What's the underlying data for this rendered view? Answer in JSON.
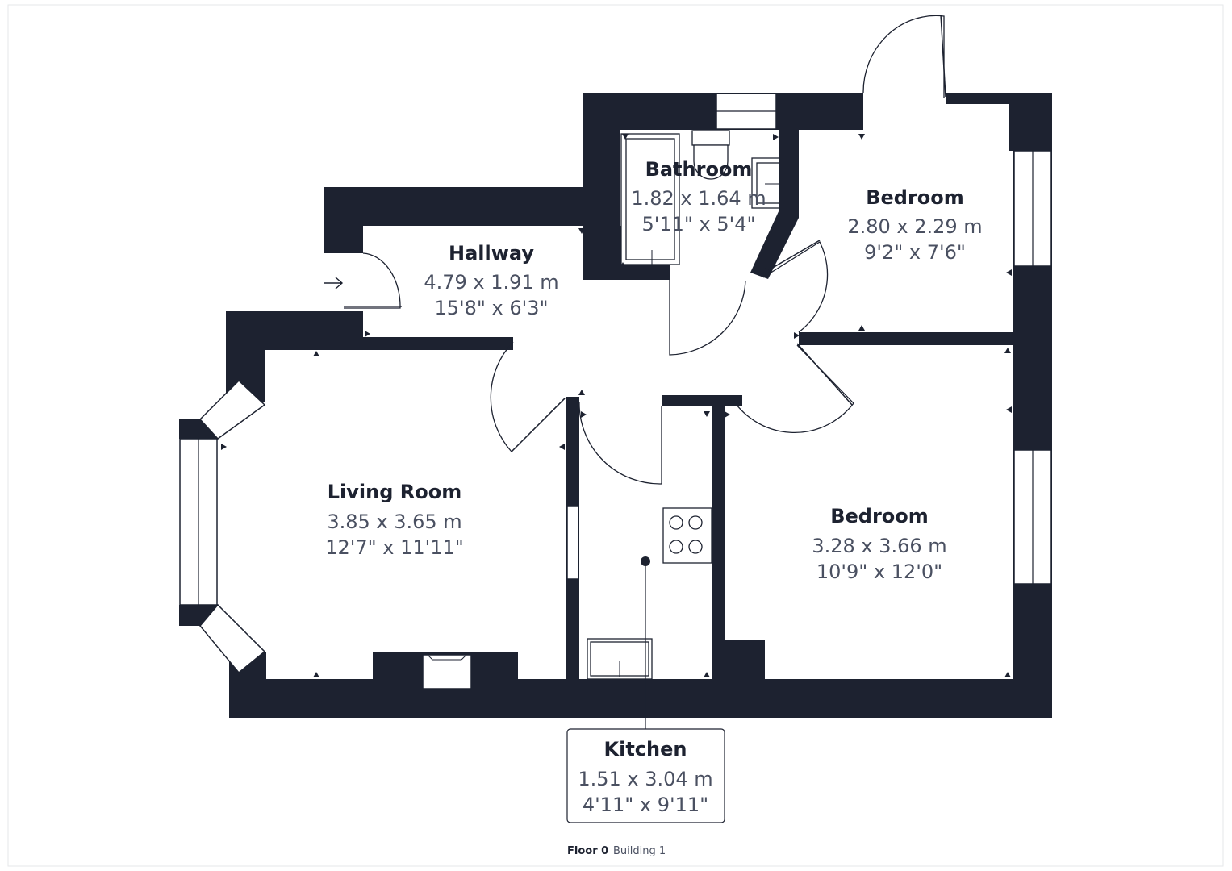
{
  "rooms": {
    "hallway": {
      "name": "Hallway",
      "metric": "4.79 x 1.91 m",
      "imperial": "15'8\" x 6'3\""
    },
    "bathroom": {
      "name": "Bathroom",
      "metric": "1.82 x 1.64 m",
      "imperial": "5'11\" x 5'4\""
    },
    "bedroom1": {
      "name": "Bedroom",
      "metric": "2.80 x 2.29 m",
      "imperial": "9'2\" x 7'6\""
    },
    "living_room": {
      "name": "Living Room",
      "metric": "3.85 x 3.65 m",
      "imperial": "12'7\" x 11'11\""
    },
    "bedroom2": {
      "name": "Bedroom",
      "metric": "3.28 x 3.66 m",
      "imperial": "10'9\" x 12'0\""
    },
    "kitchen": {
      "name": "Kitchen",
      "metric": "1.51 x 3.04 m",
      "imperial": "4'11\" x 9'11\""
    }
  },
  "footer": {
    "floor": "Floor 0",
    "building": "Building 1"
  },
  "colors": {
    "wall": "#1d2230",
    "label_dim": "#4a5061",
    "background": "#ffffff"
  }
}
